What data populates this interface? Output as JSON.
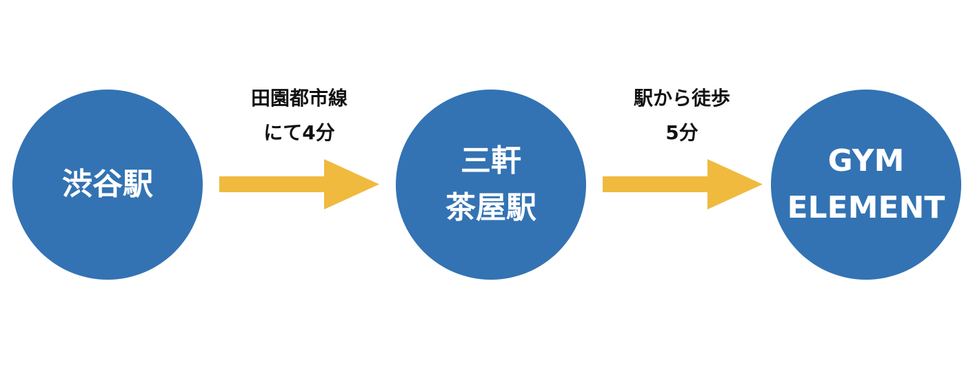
{
  "colors": {
    "station": "#3373B3",
    "arrow": "#EFBA3E"
  },
  "nodes": [
    {
      "lines": [
        "渋谷駅"
      ]
    },
    {
      "lines": [
        "三軒",
        "茶屋駅"
      ]
    },
    {
      "lines": [
        "GYM",
        "ELEMENT"
      ]
    }
  ],
  "edges": [
    {
      "lines": [
        "田園都市線",
        "にて4分"
      ]
    },
    {
      "lines": [
        "駅から徒歩",
        "5分"
      ]
    }
  ]
}
